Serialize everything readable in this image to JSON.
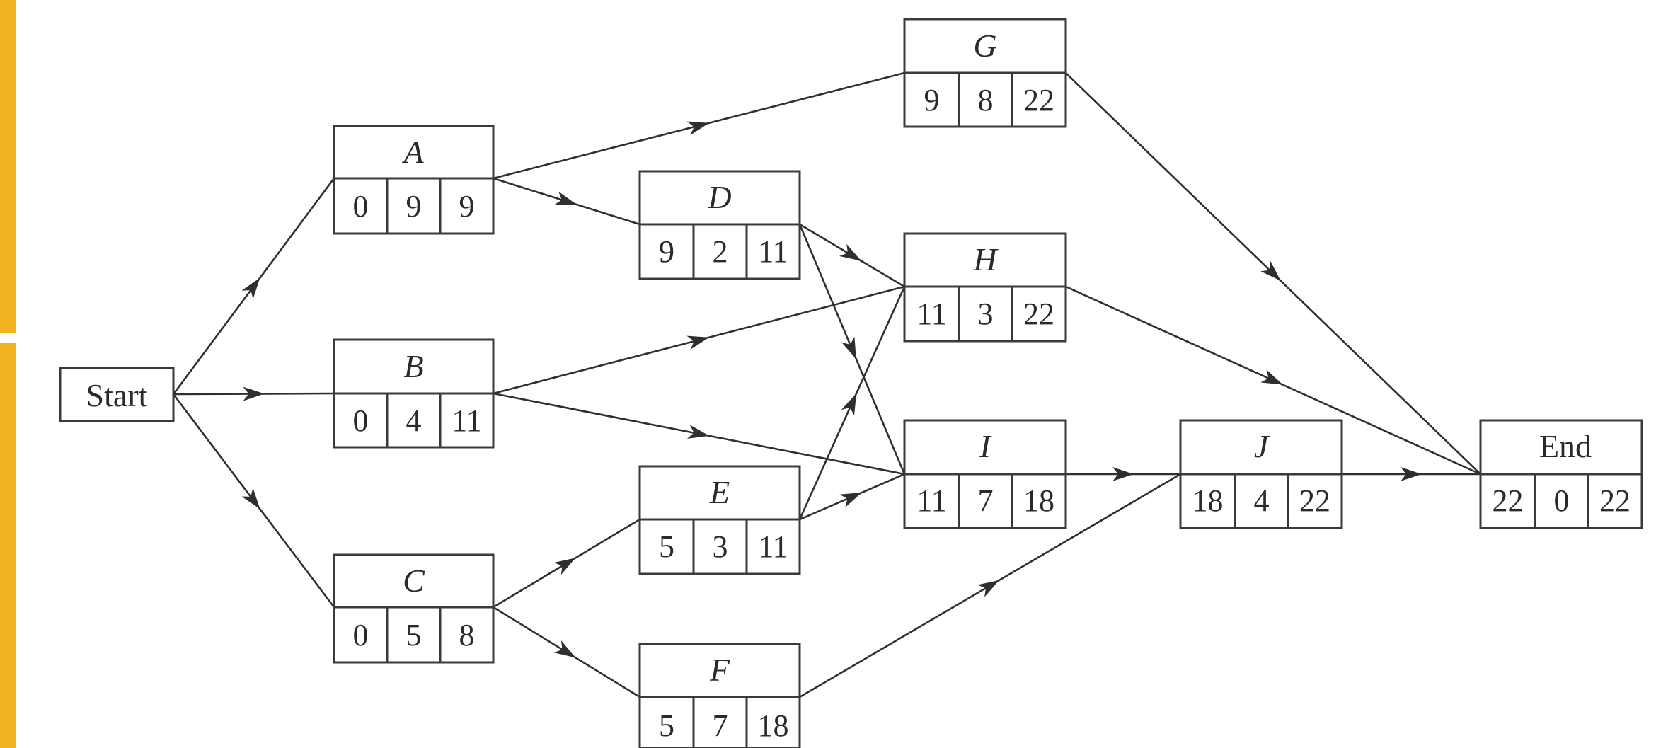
{
  "nodes": {
    "start": {
      "label": "Start"
    },
    "A": {
      "label": "A",
      "values": [
        "0",
        "9",
        "9"
      ]
    },
    "B": {
      "label": "B",
      "values": [
        "0",
        "4",
        "11"
      ]
    },
    "C": {
      "label": "C",
      "values": [
        "0",
        "5",
        "8"
      ]
    },
    "D": {
      "label": "D",
      "values": [
        "9",
        "2",
        "11"
      ]
    },
    "E": {
      "label": "E",
      "values": [
        "5",
        "3",
        "11"
      ]
    },
    "F": {
      "label": "F",
      "values": [
        "5",
        "7",
        "18"
      ]
    },
    "G": {
      "label": "G",
      "values": [
        "9",
        "8",
        "22"
      ]
    },
    "H": {
      "label": "H",
      "values": [
        "11",
        "3",
        "22"
      ]
    },
    "I": {
      "label": "I",
      "values": [
        "11",
        "7",
        "18"
      ]
    },
    "J": {
      "label": "J",
      "values": [
        "18",
        "4",
        "22"
      ]
    },
    "end": {
      "label": "End",
      "values": [
        "22",
        "0",
        "22"
      ]
    }
  },
  "edges": [
    [
      "start",
      "A"
    ],
    [
      "start",
      "B"
    ],
    [
      "start",
      "C"
    ],
    [
      "A",
      "G"
    ],
    [
      "A",
      "D"
    ],
    [
      "B",
      "H"
    ],
    [
      "B",
      "I"
    ],
    [
      "C",
      "E"
    ],
    [
      "C",
      "F"
    ],
    [
      "D",
      "H"
    ],
    [
      "D",
      "I"
    ],
    [
      "E",
      "H"
    ],
    [
      "E",
      "I"
    ],
    [
      "F",
      "J"
    ],
    [
      "G",
      "end"
    ],
    [
      "H",
      "end"
    ],
    [
      "I",
      "J"
    ],
    [
      "J",
      "end"
    ]
  ],
  "colors": {
    "accent_strip": "#f2b320",
    "line": "#2f2f2f"
  }
}
